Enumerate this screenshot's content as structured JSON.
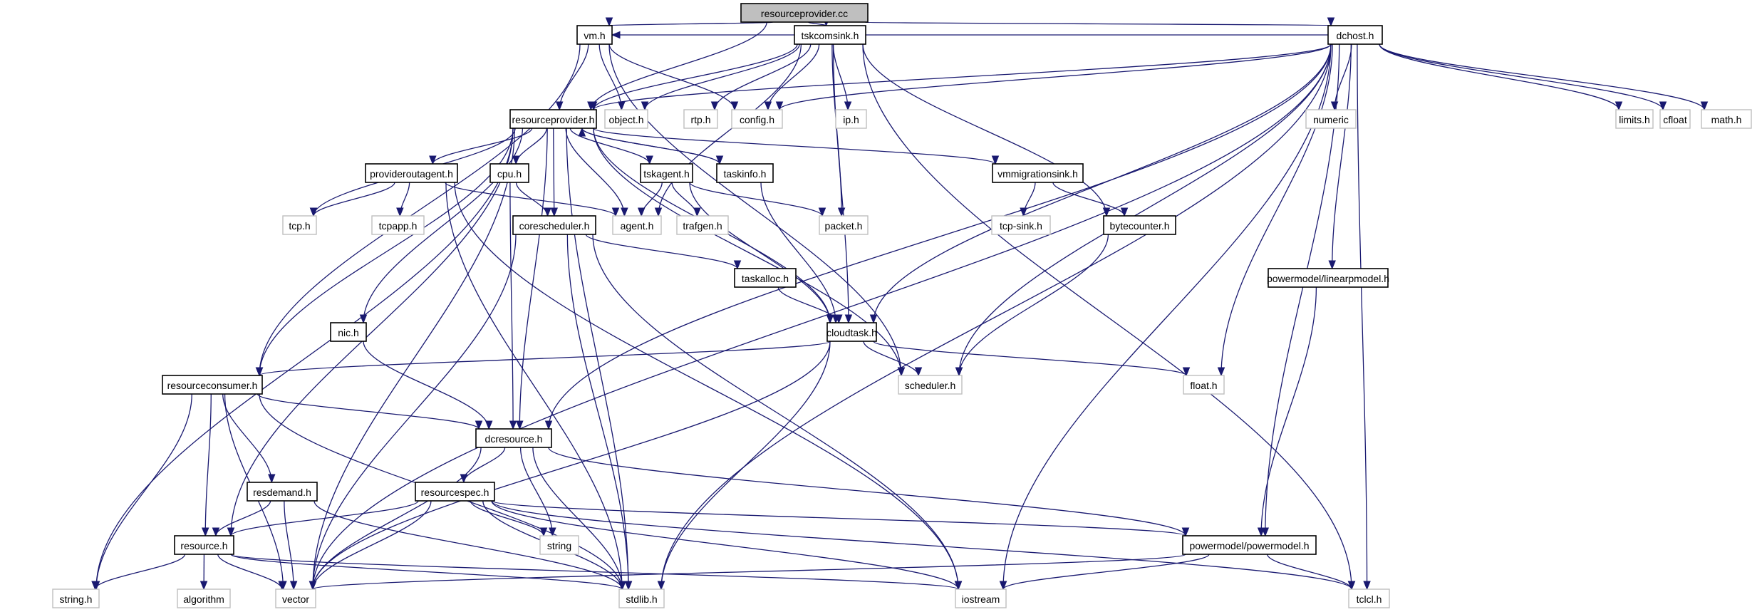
{
  "title": "resourceprovider.cc include dependency graph",
  "colors": {
    "edge": "#191970",
    "node_border": "#000000",
    "external_border": "#bfbfbf",
    "root_fill": "#bfbfbf"
  },
  "nodes": [
    {
      "id": "resourceprovider_cc",
      "label": "resourceprovider.cc",
      "kind": "root"
    },
    {
      "id": "vm_h",
      "label": "vm.h",
      "kind": "local"
    },
    {
      "id": "tskcomsink_h",
      "label": "tskcomsink.h",
      "kind": "local"
    },
    {
      "id": "dchost_h",
      "label": "dchost.h",
      "kind": "local"
    },
    {
      "id": "resourceprovider_h",
      "label": "resourceprovider.h",
      "kind": "local"
    },
    {
      "id": "object_h",
      "label": "object.h",
      "kind": "external"
    },
    {
      "id": "rtp_h",
      "label": "rtp.h",
      "kind": "external"
    },
    {
      "id": "config_h",
      "label": "config.h",
      "kind": "external"
    },
    {
      "id": "ip_h",
      "label": "ip.h",
      "kind": "external"
    },
    {
      "id": "numeric",
      "label": "numeric",
      "kind": "external"
    },
    {
      "id": "limits_h",
      "label": "limits.h",
      "kind": "external"
    },
    {
      "id": "cfloat",
      "label": "cfloat",
      "kind": "external"
    },
    {
      "id": "math_h",
      "label": "math.h",
      "kind": "external"
    },
    {
      "id": "provideroutagent_h",
      "label": "provideroutagent.h",
      "kind": "local"
    },
    {
      "id": "cpu_h",
      "label": "cpu.h",
      "kind": "local"
    },
    {
      "id": "tskagent_h",
      "label": "tskagent.h",
      "kind": "local"
    },
    {
      "id": "taskinfo_h",
      "label": "taskinfo.h",
      "kind": "local"
    },
    {
      "id": "vmmigrationsink_h",
      "label": "vmmigrationsink.h",
      "kind": "local"
    },
    {
      "id": "tcp_h",
      "label": "tcp.h",
      "kind": "external"
    },
    {
      "id": "tcpapp_h",
      "label": "tcpapp.h",
      "kind": "external"
    },
    {
      "id": "corescheduler_h",
      "label": "corescheduler.h",
      "kind": "local"
    },
    {
      "id": "agent_h",
      "label": "agent.h",
      "kind": "external"
    },
    {
      "id": "trafgen_h",
      "label": "trafgen.h",
      "kind": "external"
    },
    {
      "id": "packet_h",
      "label": "packet.h",
      "kind": "external"
    },
    {
      "id": "tcp_sink_h",
      "label": "tcp-sink.h",
      "kind": "external"
    },
    {
      "id": "bytecounter_h",
      "label": "bytecounter.h",
      "kind": "local"
    },
    {
      "id": "taskalloc_h",
      "label": "taskalloc.h",
      "kind": "local"
    },
    {
      "id": "linearpmodel_h",
      "label": "powermodel/linearpmodel.h",
      "kind": "local"
    },
    {
      "id": "nic_h",
      "label": "nic.h",
      "kind": "local"
    },
    {
      "id": "cloudtask_h",
      "label": "cloudtask.h",
      "kind": "local"
    },
    {
      "id": "resourceconsumer_h",
      "label": "resourceconsumer.h",
      "kind": "local"
    },
    {
      "id": "scheduler_h",
      "label": "scheduler.h",
      "kind": "external"
    },
    {
      "id": "float_h",
      "label": "float.h",
      "kind": "external"
    },
    {
      "id": "dcresource_h",
      "label": "dcresource.h",
      "kind": "local"
    },
    {
      "id": "resdemand_h",
      "label": "resdemand.h",
      "kind": "local"
    },
    {
      "id": "resourcespec_h",
      "label": "resourcespec.h",
      "kind": "local"
    },
    {
      "id": "resource_h",
      "label": "resource.h",
      "kind": "local"
    },
    {
      "id": "string",
      "label": "string",
      "kind": "external"
    },
    {
      "id": "powermodel_h",
      "label": "powermodel/powermodel.h",
      "kind": "local"
    },
    {
      "id": "string_h",
      "label": "string.h",
      "kind": "external"
    },
    {
      "id": "algorithm",
      "label": "algorithm",
      "kind": "external"
    },
    {
      "id": "vector",
      "label": "vector",
      "kind": "external"
    },
    {
      "id": "stdlib_h",
      "label": "stdlib.h",
      "kind": "external"
    },
    {
      "id": "iostream",
      "label": "iostream",
      "kind": "external"
    },
    {
      "id": "tclcl_h",
      "label": "tclcl.h",
      "kind": "external"
    }
  ],
  "edges": [
    [
      "resourceprovider_cc",
      "vm_h"
    ],
    [
      "resourceprovider_cc",
      "resourceprovider_h"
    ],
    [
      "resourceprovider_cc",
      "tskcomsink_h"
    ],
    [
      "resourceprovider_cc",
      "dchost_h"
    ],
    [
      "vm_h",
      "resourceprovider_h"
    ],
    [
      "vm_h",
      "object_h"
    ],
    [
      "vm_h",
      "config_h"
    ],
    [
      "vm_h",
      "resourceconsumer_h"
    ],
    [
      "vm_h",
      "scheduler_h"
    ],
    [
      "tskcomsink_h",
      "resourceprovider_h"
    ],
    [
      "tskcomsink_h",
      "rtp_h"
    ],
    [
      "tskcomsink_h",
      "config_h"
    ],
    [
      "tskcomsink_h",
      "ip_h"
    ],
    [
      "tskcomsink_h",
      "agent_h"
    ],
    [
      "tskcomsink_h",
      "packet_h"
    ],
    [
      "tskcomsink_h",
      "bytecounter_h"
    ],
    [
      "tskcomsink_h",
      "tclcl_h"
    ],
    [
      "tskcomsink_h",
      "cloudtask_h"
    ],
    [
      "tskcomsink_h",
      "object_h"
    ],
    [
      "dchost_h",
      "resourceprovider_h"
    ],
    [
      "dchost_h",
      "vm_h"
    ],
    [
      "dchost_h",
      "config_h"
    ],
    [
      "dchost_h",
      "numeric"
    ],
    [
      "dchost_h",
      "limits_h"
    ],
    [
      "dchost_h",
      "cfloat"
    ],
    [
      "dchost_h",
      "math_h"
    ],
    [
      "dchost_h",
      "linearpmodel_h"
    ],
    [
      "dchost_h",
      "powermodel_h"
    ],
    [
      "dchost_h",
      "cloudtask_h"
    ],
    [
      "dchost_h",
      "scheduler_h"
    ],
    [
      "dchost_h",
      "dcresource_h"
    ],
    [
      "dchost_h",
      "float_h"
    ],
    [
      "dchost_h",
      "vector"
    ],
    [
      "dchost_h",
      "stdlib_h"
    ],
    [
      "dchost_h",
      "iostream"
    ],
    [
      "dchost_h",
      "tclcl_h"
    ],
    [
      "resourceprovider_h",
      "provideroutagent_h"
    ],
    [
      "resourceprovider_h",
      "cpu_h"
    ],
    [
      "resourceprovider_h",
      "corescheduler_h"
    ],
    [
      "resourceprovider_h",
      "agent_h"
    ],
    [
      "resourceprovider_h",
      "tskagent_h"
    ],
    [
      "resourceprovider_h",
      "taskinfo_h"
    ],
    [
      "resourceprovider_h",
      "vmmigrationsink_h"
    ],
    [
      "resourceprovider_h",
      "tcp_h"
    ],
    [
      "resourceprovider_h",
      "nic_h"
    ],
    [
      "resourceprovider_h",
      "resourceconsumer_h"
    ],
    [
      "resourceprovider_h",
      "dcresource_h"
    ],
    [
      "resourceprovider_h",
      "resource_h"
    ],
    [
      "resourceprovider_h",
      "string_h"
    ],
    [
      "resourceprovider_h",
      "vector"
    ],
    [
      "resourceprovider_h",
      "cloudtask_h"
    ],
    [
      "resourceprovider_h",
      "scheduler_h"
    ],
    [
      "resourceprovider_h",
      "stdlib_h"
    ],
    [
      "provideroutagent_h",
      "tcp_h"
    ],
    [
      "provideroutagent_h",
      "tcpapp_h"
    ],
    [
      "provideroutagent_h",
      "agent_h"
    ],
    [
      "provideroutagent_h",
      "stdlib_h"
    ],
    [
      "provideroutagent_h",
      "iostream"
    ],
    [
      "cpu_h",
      "corescheduler_h"
    ],
    [
      "cpu_h",
      "dcresource_h"
    ],
    [
      "tskagent_h",
      "agent_h"
    ],
    [
      "tskagent_h",
      "trafgen_h"
    ],
    [
      "tskagent_h",
      "packet_h"
    ],
    [
      "tskagent_h",
      "cloudtask_h"
    ],
    [
      "taskinfo_h",
      "resourceprovider_h"
    ],
    [
      "taskinfo_h",
      "cloudtask_h"
    ],
    [
      "vmmigrationsink_h",
      "tcp_sink_h"
    ],
    [
      "vmmigrationsink_h",
      "bytecounter_h"
    ],
    [
      "bytecounter_h",
      "scheduler_h"
    ],
    [
      "corescheduler_h",
      "taskalloc_h"
    ],
    [
      "corescheduler_h",
      "vector"
    ],
    [
      "corescheduler_h",
      "stdlib_h"
    ],
    [
      "corescheduler_h",
      "iostream"
    ],
    [
      "taskalloc_h",
      "cloudtask_h"
    ],
    [
      "linearpmodel_h",
      "powermodel_h"
    ],
    [
      "nic_h",
      "dcresource_h"
    ],
    [
      "cloudtask_h",
      "resourceconsumer_h"
    ],
    [
      "cloudtask_h",
      "scheduler_h"
    ],
    [
      "cloudtask_h",
      "float_h"
    ],
    [
      "cloudtask_h",
      "vector"
    ],
    [
      "cloudtask_h",
      "stdlib_h"
    ],
    [
      "resourceconsumer_h",
      "dcresource_h"
    ],
    [
      "resourceconsumer_h",
      "resdemand_h"
    ],
    [
      "resourceconsumer_h",
      "resource_h"
    ],
    [
      "resourceconsumer_h",
      "string_h"
    ],
    [
      "resourceconsumer_h",
      "vector"
    ],
    [
      "resourceconsumer_h",
      "stdlib_h"
    ],
    [
      "dcresource_h",
      "resourcespec_h"
    ],
    [
      "dcresource_h",
      "powermodel_h"
    ],
    [
      "dcresource_h",
      "string"
    ],
    [
      "dcresource_h",
      "vector"
    ],
    [
      "dcresource_h",
      "stdlib_h"
    ],
    [
      "resdemand_h",
      "resource_h"
    ],
    [
      "resdemand_h",
      "vector"
    ],
    [
      "resdemand_h",
      "stdlib_h"
    ],
    [
      "resourcespec_h",
      "resource_h"
    ],
    [
      "resourcespec_h",
      "string"
    ],
    [
      "resourcespec_h",
      "powermodel_h"
    ],
    [
      "resourcespec_h",
      "vector"
    ],
    [
      "resourcespec_h",
      "stdlib_h"
    ],
    [
      "resourcespec_h",
      "iostream"
    ],
    [
      "resourcespec_h",
      "tclcl_h"
    ],
    [
      "resource_h",
      "string_h"
    ],
    [
      "resource_h",
      "algorithm"
    ],
    [
      "resource_h",
      "vector"
    ],
    [
      "resource_h",
      "stdlib_h"
    ],
    [
      "resource_h",
      "iostream"
    ],
    [
      "powermodel_h",
      "vector"
    ],
    [
      "powermodel_h",
      "iostream"
    ],
    [
      "powermodel_h",
      "tclcl_h"
    ]
  ]
}
